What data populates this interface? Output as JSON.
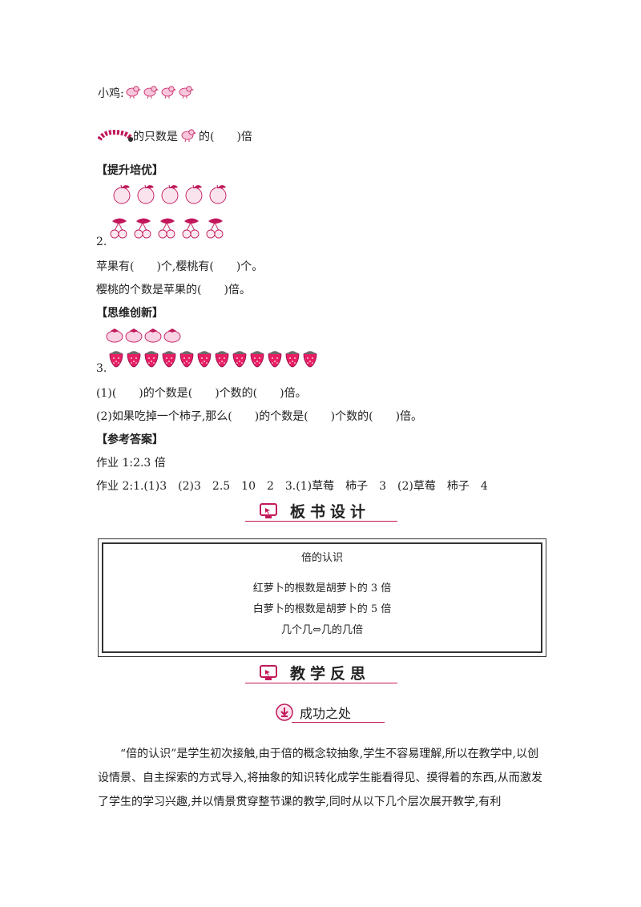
{
  "chicks_label": "小鸡:",
  "q1_part1": "的只数是",
  "q1_part2": "的(　　)倍",
  "section_improve": "【提升培优】",
  "q2_number": "2.",
  "q2_line1": "苹果有(　　)个,樱桃有(　　)个。",
  "q2_line2": "樱桃的个数是苹果的(　　)倍。",
  "section_innovate": "【思维创新】",
  "q3_number": "3.",
  "q3_line1": "(1)(　　)的个数是(　　)个数的(　　)倍。",
  "q3_line2": "(2)如果吃掉一个柿子,那么(　　)的个数是(　　)个数的(　　)倍。",
  "section_answers": "【参考答案】",
  "answer1": "作业 1:2.3 倍",
  "answer2": "作业 2:1.(1)3　(2)3　2.5　10　2　3.(1)草莓　柿子　3　(2)草莓　柿子　4",
  "heading_board": "板书设计",
  "board": {
    "title": "倍的认识",
    "line1": "红萝卜的根数是胡萝卜的 3 倍",
    "line2": "白萝卜的根数是胡萝卜的 5 倍",
    "line3": "几个几⇔几的几倍"
  },
  "heading_reflection": "教学反思",
  "sub_success": "成功之处",
  "para_success": "“倍的认识”是学生初次接触,由于倍的概念较抽象,学生不容易理解,所以在教学中,以创设情景、自主探索的方式导入,将抽象的知识转化成学生能看得见、摸得着的东西,从而激发了学生的学习兴趣,并以情景贯穿整节课的教学,同时从以下几个层次展开教学,有利",
  "colors": {
    "accent": "#c2185b",
    "pink_light": "#f8c6dc"
  },
  "counts": {
    "chicks": 4,
    "apples": 5,
    "cherries": 5,
    "persimmons": 4,
    "strawberries": 12
  }
}
